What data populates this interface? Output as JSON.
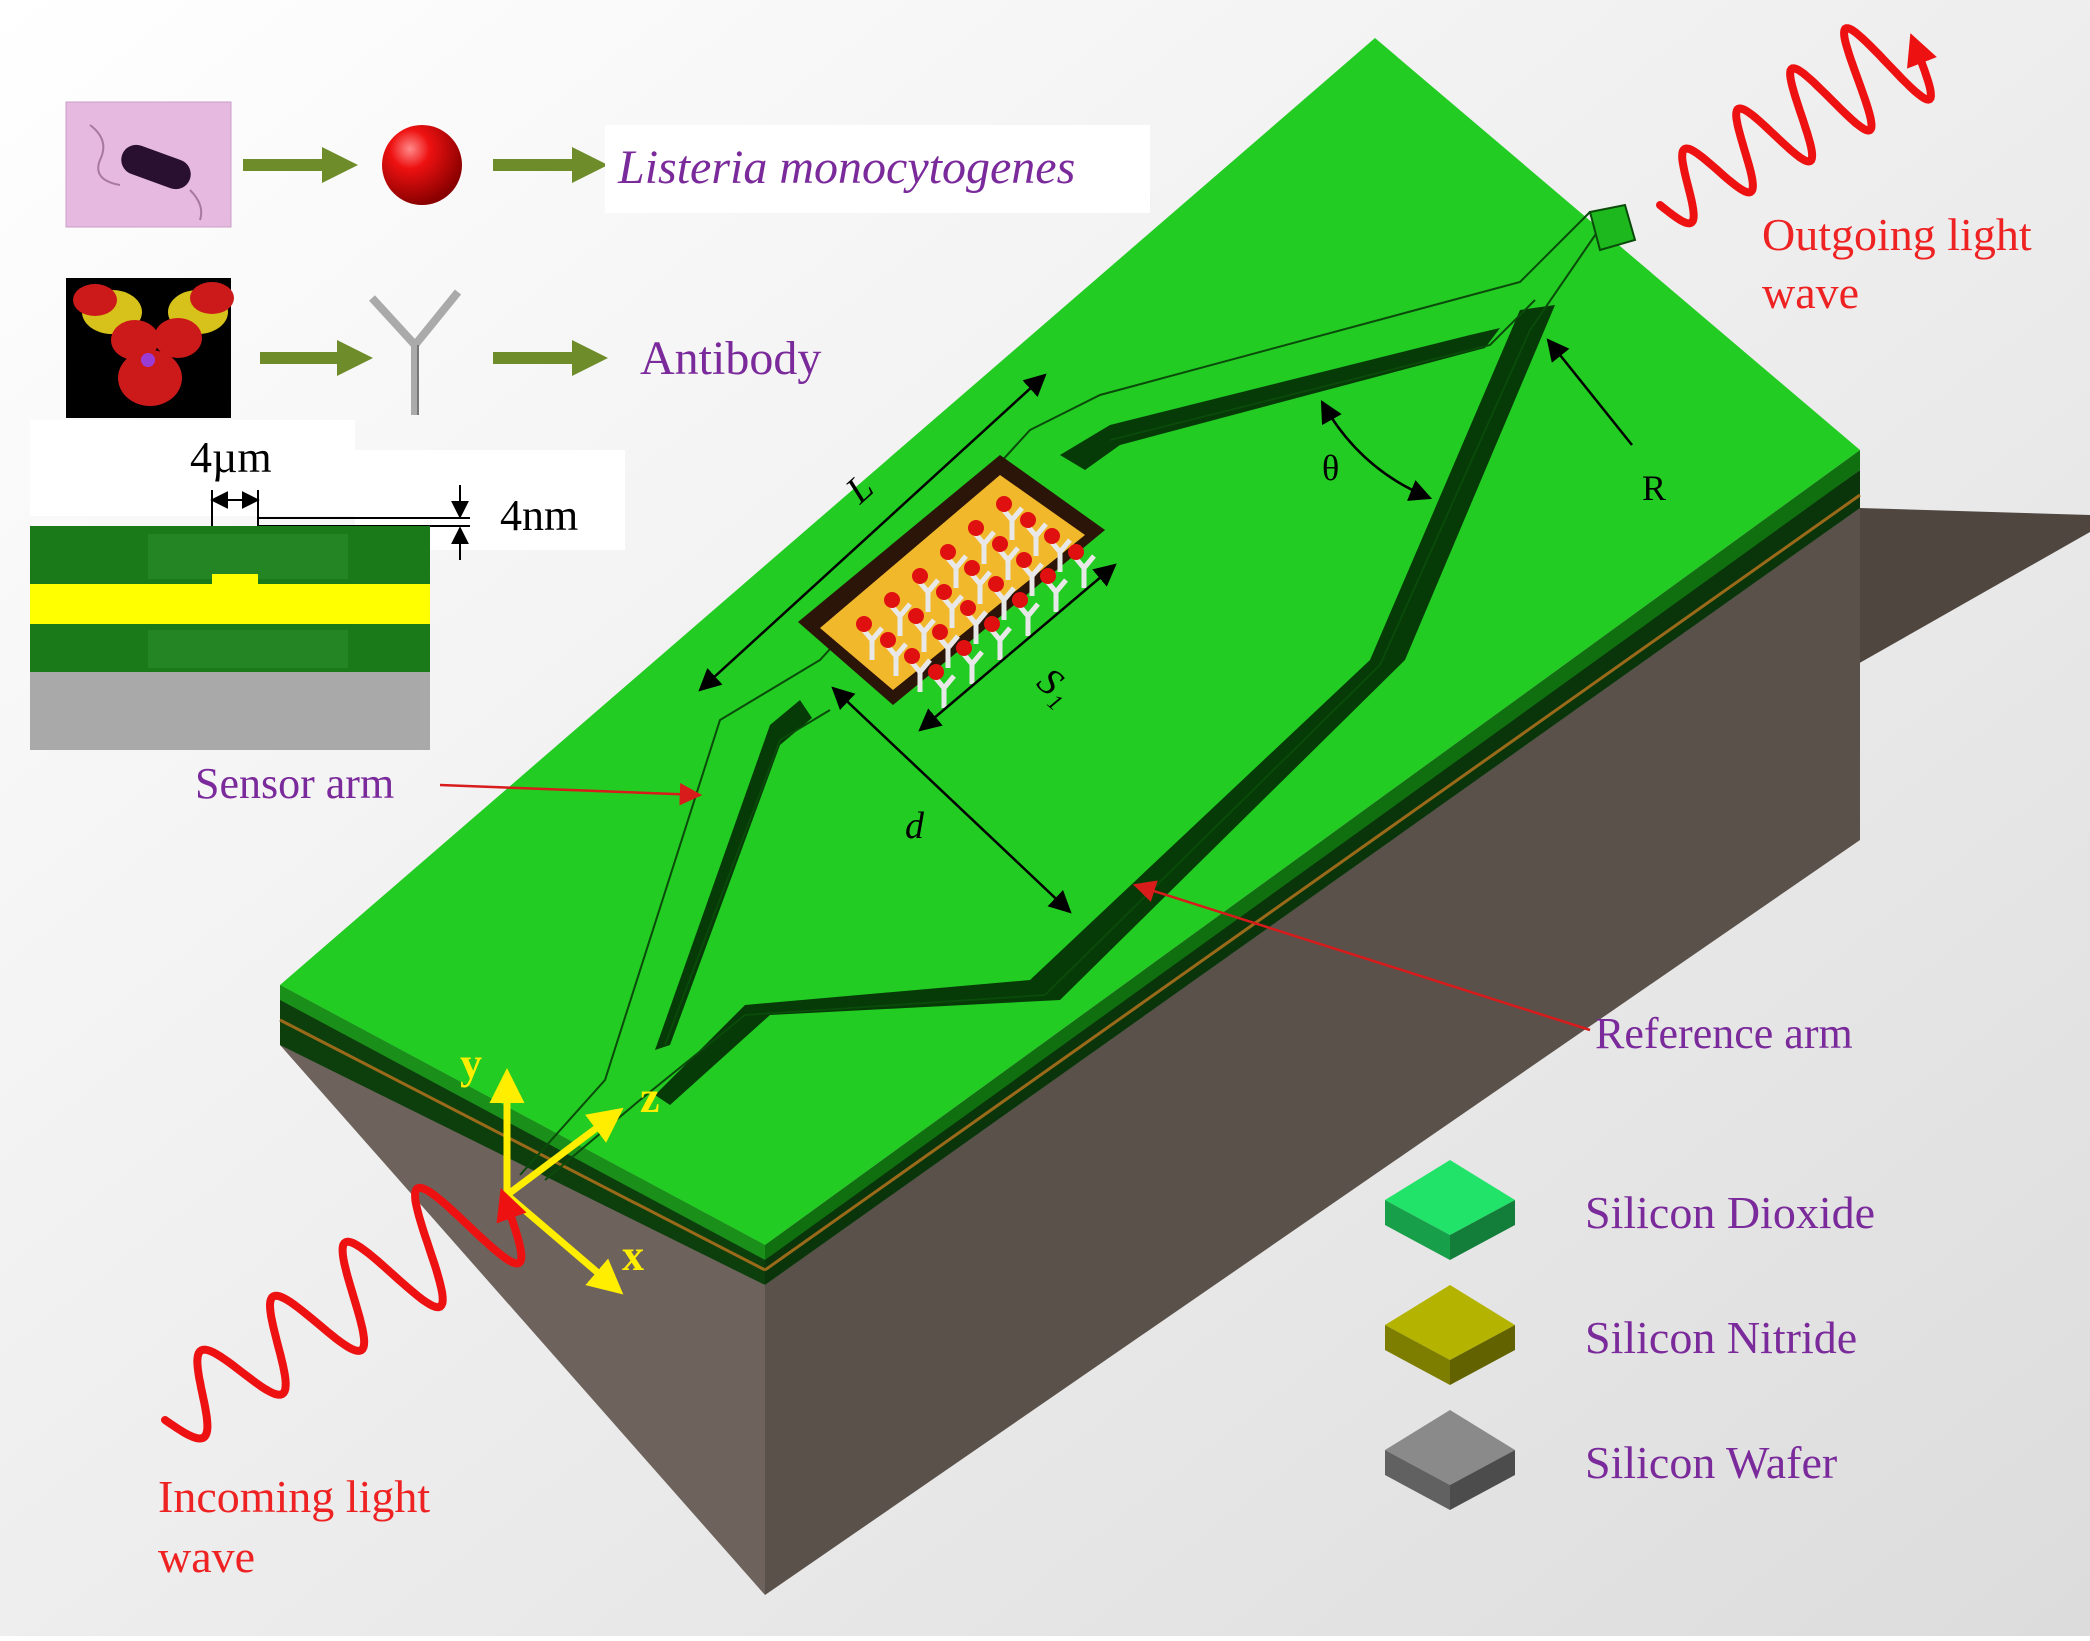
{
  "labels": {
    "listeria": "Listeria monocytogenes",
    "antibody": "Antibody",
    "width_dim": "4µm",
    "height_dim": "4nm",
    "L": "L",
    "theta": "θ",
    "R": "R",
    "S1": "S₁",
    "d": "d",
    "sensor_arm": "Sensor arm",
    "reference_arm": "Reference arm",
    "outgoing_1": "Outgoing light",
    "outgoing_2": "wave",
    "incoming_1": "Incoming light",
    "incoming_2": "wave",
    "axis_x": "x",
    "axis_y": "y",
    "axis_z": "z"
  },
  "legend": [
    {
      "label": "Silicon Dioxide",
      "color": "#22e36a"
    },
    {
      "label": "Silicon Nitride",
      "color": "#b3b300"
    },
    {
      "label": "Silicon Wafer",
      "color": "#8a8a8a"
    }
  ],
  "colors": {
    "chip_top": "#22cc22",
    "chip_dark": "#0d3f0d",
    "wafer": "#5b514b",
    "light_wave": "#ee1111",
    "label_purple": "#7a2a9a",
    "label_red": "#ee2222",
    "sensing_window": "#f2b82b",
    "axis_yellow": "#ffee00",
    "flow_arrow": "#6e8d2a"
  }
}
